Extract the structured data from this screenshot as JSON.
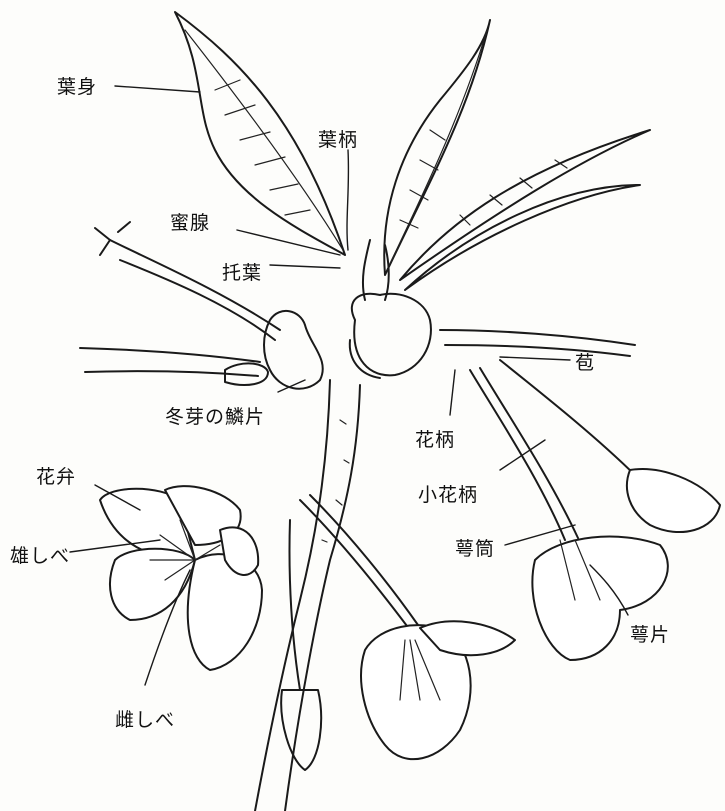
{
  "labels": {
    "leaf_blade": "葉身",
    "petiole": "葉柄",
    "nectary": "蜜腺",
    "stipule": "托葉",
    "bract": "苞",
    "winter_bud_scale": "冬芽の鱗片",
    "peduncle": "花柄",
    "petal": "花弁",
    "pedicel": "小花柄",
    "stamen": "雄しべ",
    "calyx_tube": "萼筒",
    "pistil": "雌しべ",
    "sepal": "萼片"
  },
  "colors": {
    "ink": "#1a1a1a",
    "paper": "#fdfdfb"
  }
}
